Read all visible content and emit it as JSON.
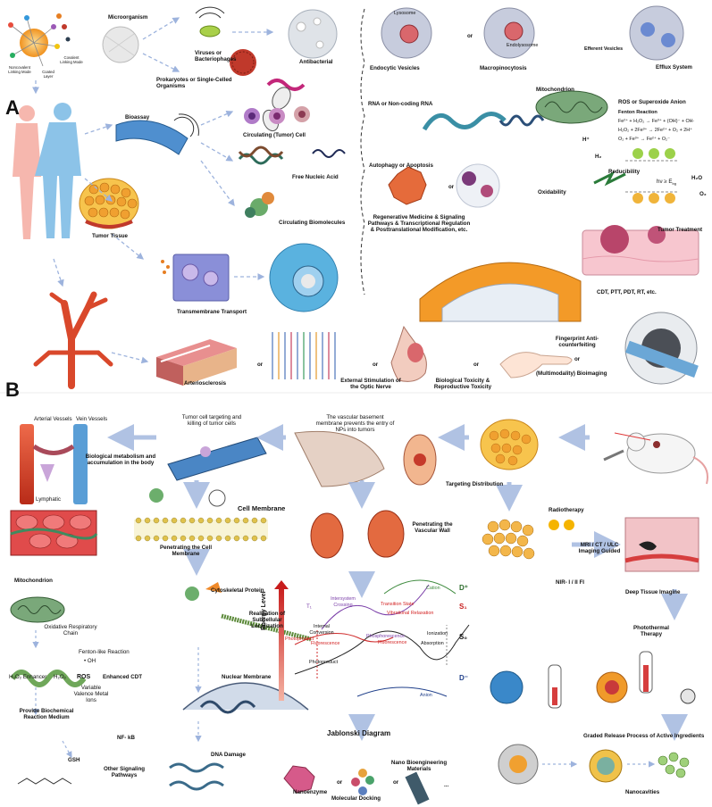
{
  "panels": {
    "a": "A",
    "b": "B"
  },
  "panel_a": {
    "microorganism": "Microorganism",
    "np_noncovalent": "Noncovalent Linking Mode",
    "np_coated": "Coated Layer",
    "np_covalent": "Covalent Linking Mode",
    "viruses": "Viruses or Bacteriophages",
    "prokaryotes": "Prokaryotes or Single-Celled Organisms",
    "antibacterial": "Antibacterial",
    "bioassay": "Bioassay",
    "circulating_cell": "Circulating (Tumor) Cell",
    "free_nucleic": "Free Nucleic Acid",
    "circulating_biomolecules": "Circulating Biomolecules",
    "tumor_tissue": "Tumor Tissue",
    "transmembrane": "Transmembrane Transport",
    "lysosome": "Lysosome",
    "endolysosome": "Endolysosome",
    "or": "or",
    "endocytic": "Endocytic Vesicles",
    "macropinocytosis": "Macropinocytosis",
    "efferent": "Efferent Vesicles",
    "efflux": "Efflux System",
    "mitochondrion": "Mitochondrion",
    "ros": "ROS or Superoxide Anion",
    "fenton_title": "Fenton Reaction",
    "fenton_1": "Fe²⁺ + H₂O₂ → Fe³⁺ + (OH)⁻ + OH·",
    "fenton_2": "H₂O₂ + 2Fe³⁺ → 2Fe²⁺ + O₂ + 2H⁺",
    "fenton_3": "O₂ + Fe³⁺ → Fe²⁺ + O₂⁻",
    "rna": "RNA or Non-coding RNA",
    "autophagy": "Autophagy or Apoptosis",
    "reducibility": "Reducibility",
    "oxidability": "Oxidability",
    "h_plus": "H⁺",
    "h2": "H₂",
    "h2o": "H₂O",
    "o2": "O₂",
    "hv": "hν ≥ E",
    "hv_sub": "bg",
    "regenerative": "Regenerative Medicine & Signaling Pathways & Transcriptional Regulation & Posttranslational Modification, etc.",
    "tumor_treatment": "Tumor Treatment",
    "cdt": "CDT, PTT, PDT, RT, etc.",
    "arteriosclerosis": "Arteriosclerosis",
    "optic": "External Stimulation of the Optic Nerve",
    "toxicity": "Biological Toxicity & Reproductive Toxicity",
    "fingerprint": "Fingerprint Anti-counterfeiting",
    "bioimaging": "(Multimodality) Bioimaging"
  },
  "panel_b": {
    "arterial": "Arterial Vessels",
    "vein": "Vein Vessels",
    "lymphatic": "Lymphatic",
    "bio_metabolism": "Biological metabolism and accumulation in the body",
    "tumor_targeting": "Tumor cell targeting and killing of tumor cells",
    "vascular_basement": "The vascular basement membrane prevents the entry of NPs into tumors",
    "targeting_distribution": "Targeting Distribution",
    "cell_membrane": "Cell Membrane",
    "penetrating_cell": "Penetrating the Cell Membrane",
    "penetrating_vascular": "Penetrating the Vascular Wall",
    "radiotherapy": "Radiotherapy",
    "mri": "MRI / CT / ULC Imaging Guided",
    "nir": "NIR- I / II FI",
    "deep_tissue": "Deep Tissue Imagine",
    "mitochondrion": "Mitochondrion",
    "oxidative": "Oxidative Respiratory Chain",
    "fenton_like": "Fenton-like Reaction",
    "oh": "• OH",
    "h2o2_enhancer": "H₂O₂ Enhancer",
    "h2o2": "H₂O₂",
    "ros": "ROS",
    "enhanced_cdt": "Enhanced CDT",
    "variable": "Variable Valence Metal Ions",
    "provide_medium": "Provide Biochemical Reaction Medium",
    "cytoskeletal": "Cytoskeletal Protein",
    "realization": "Realization of Subcellular Localization",
    "nuclear_membrane": "Nuclear Membrane",
    "nfkb": "NF- kB",
    "gsh": "GSH",
    "other_pathways": "Other Signaling Pathways",
    "dna_damage": "DNA Damage",
    "energy_level": "Energy Level",
    "t1": "T₁",
    "intersystem": "Intersystem Crossing",
    "transition": "Transition State",
    "cation": "Cation",
    "d_plus": "D⁺",
    "s1": "S₁",
    "vibrational": "Vibrational Relaxation",
    "internal": "Internal Conversion",
    "photoproduct_left": "Photoproduct",
    "fluorescence_left": "Fluorescence",
    "phosphorescence": "Phosphorescence",
    "fluorescence_right": "Fluorescence",
    "ionization": "Ionization",
    "s0": "S₀",
    "absorption": "Absorption",
    "photoproduct": "Photoproduct",
    "anion": "Anion",
    "d_minus": "D⁻",
    "jablonski": "Jablonski Diagram",
    "photothermal": "Photothermal Therapy",
    "nanoenzyme": "Nanoenzyme",
    "or1": "or",
    "or2": "or",
    "molecular_docking": "Molecular Docking",
    "nano_bioengineering": "Nano Bioengineering Materials",
    "ellipsis": "...",
    "graded_release": "Graded Release Process of Active Ingredients",
    "nanocavities": "Nanocavities"
  },
  "colors": {
    "arrow_blue": "#8fa8d8",
    "skin": "#f6b7ae",
    "body_blue": "#8cc3e8",
    "vessel_red": "#d9482b",
    "tumor_orange": "#f39a28",
    "cell_blue": "#5a9ed6",
    "red_text": "#d32222",
    "purple": "#7a3ea8",
    "green": "#3d8a3d",
    "navy": "#1f3f8a"
  }
}
